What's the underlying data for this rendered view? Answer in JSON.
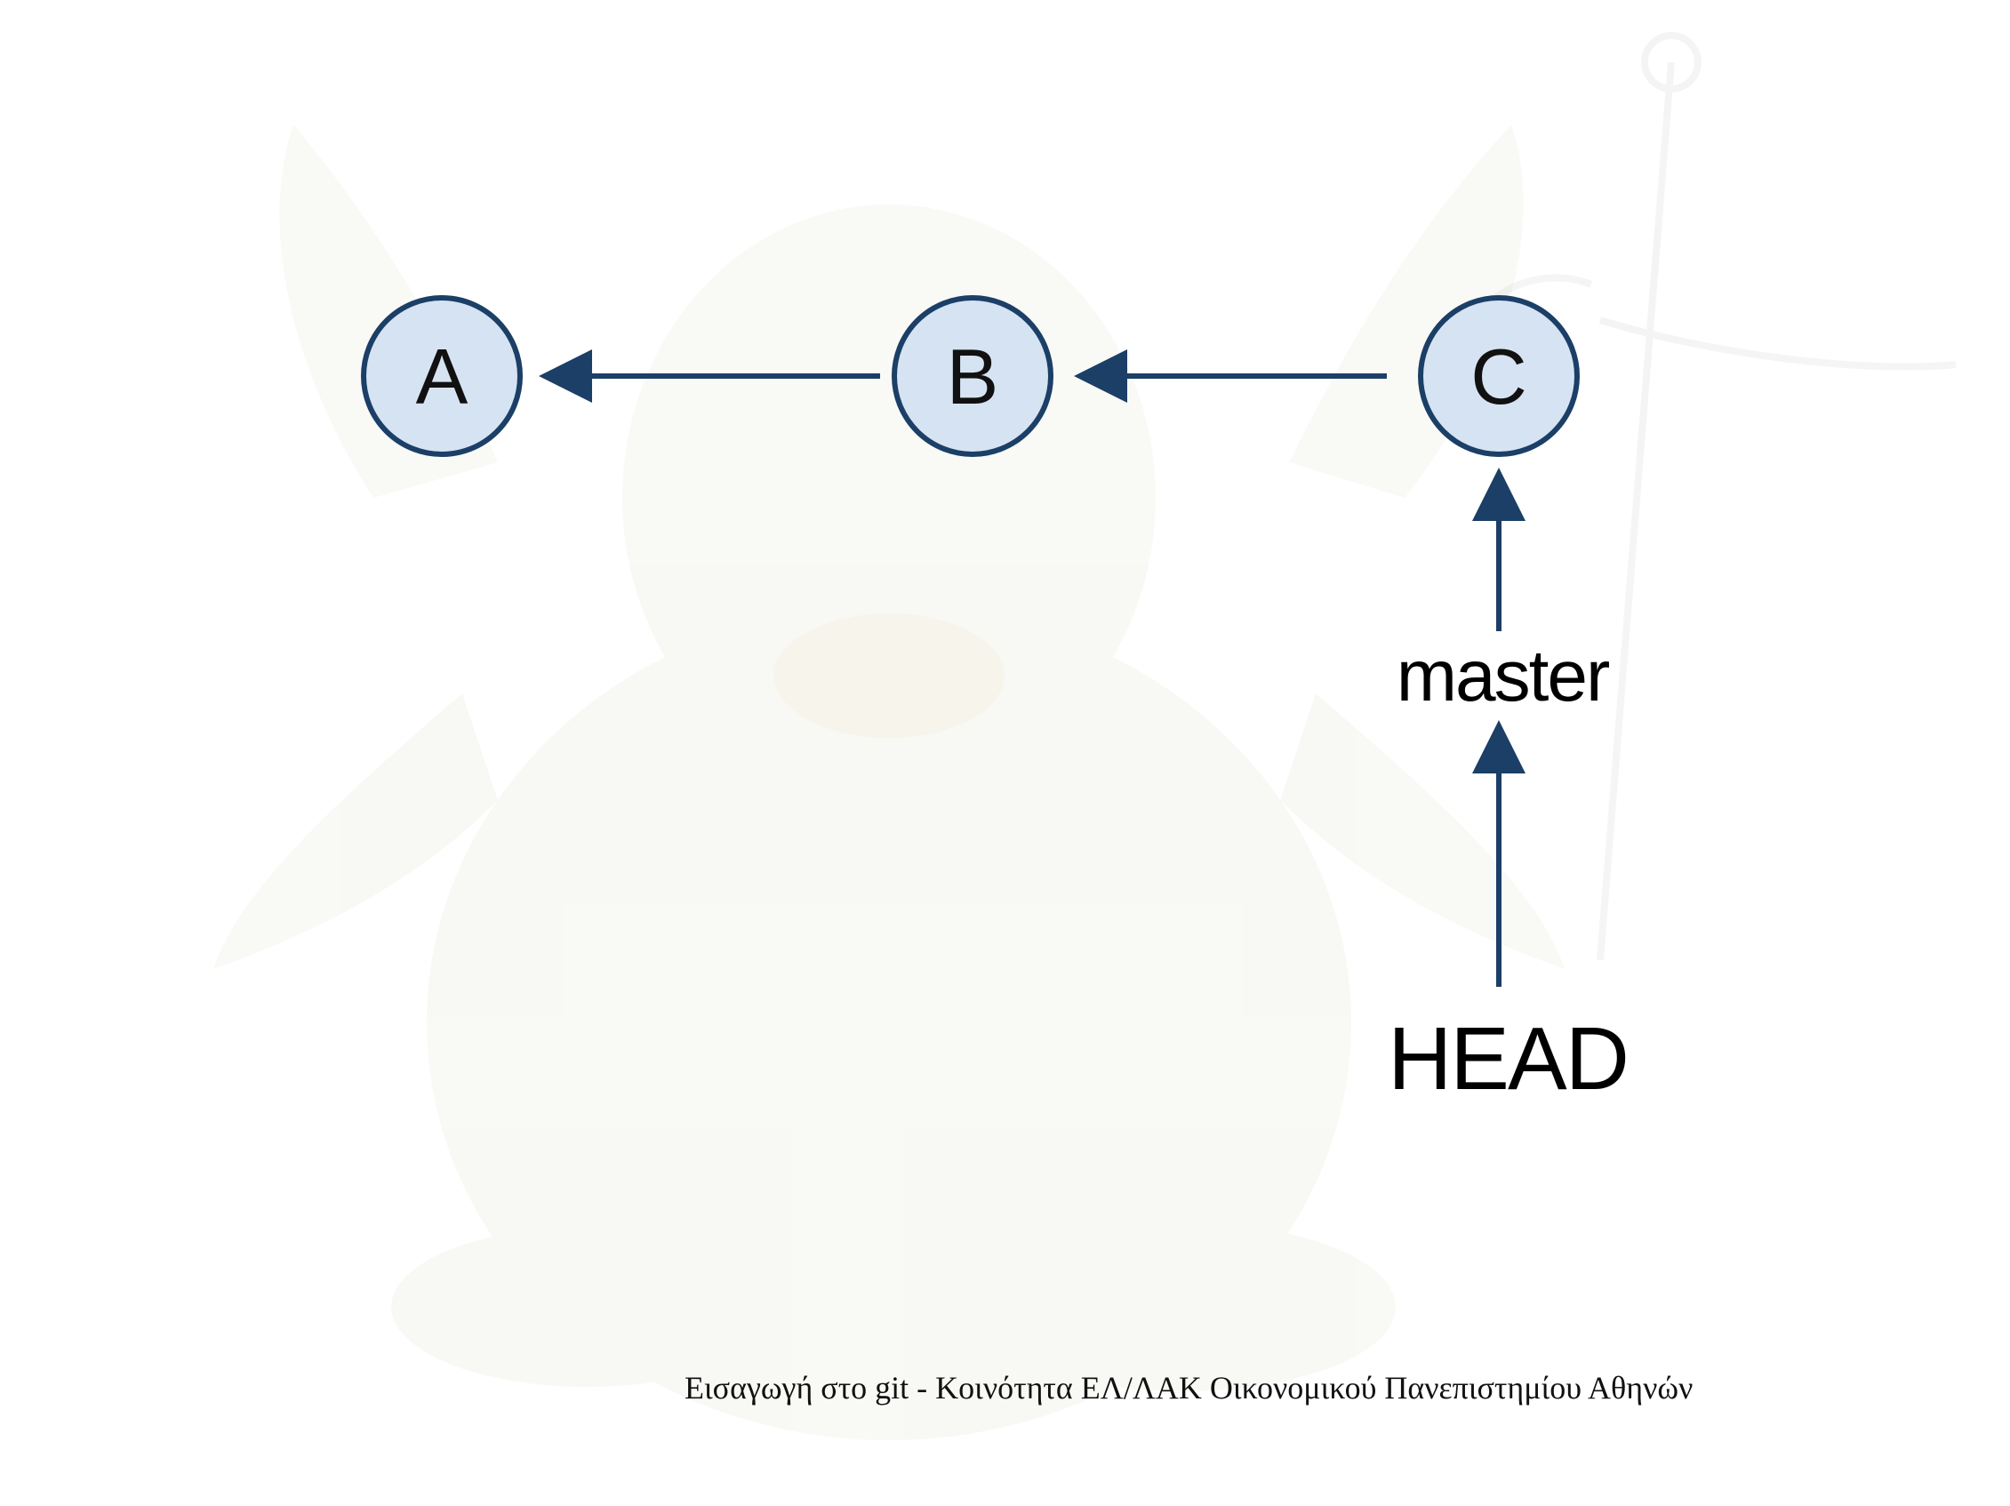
{
  "background": {
    "watermark": "tux-penguin-mascot-watermark"
  },
  "diagram": {
    "colors": {
      "node_fill": "#d6e3f3",
      "node_stroke": "#1b3f66",
      "arrow": "#1b3f66",
      "text": "#111111"
    },
    "commits": [
      {
        "id": "A"
      },
      {
        "id": "B"
      },
      {
        "id": "C"
      }
    ],
    "edges": [
      {
        "from": "B",
        "to": "A"
      },
      {
        "from": "C",
        "to": "B"
      }
    ],
    "refs": [
      {
        "name": "master",
        "points_to": "C"
      },
      {
        "name": "HEAD",
        "points_to": "master"
      }
    ]
  },
  "footer": {
    "text": "Εισαγωγή στο git - Κοινότητα ΕΛ/ΛΑΚ Οικονομικού Πανεπιστημίου Αθηνών"
  }
}
